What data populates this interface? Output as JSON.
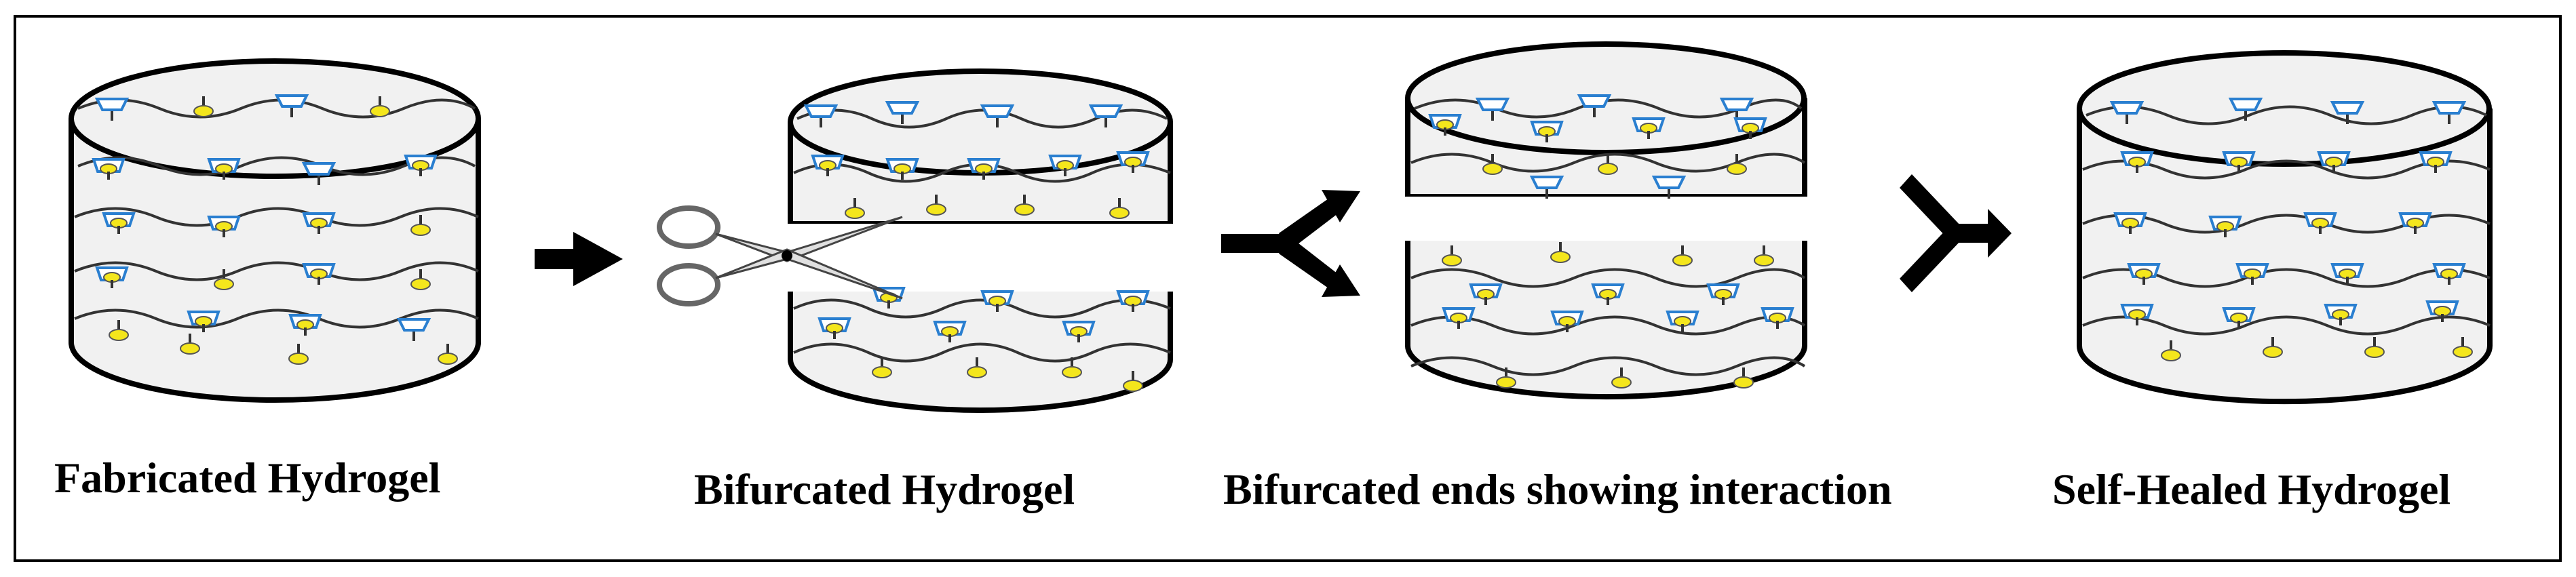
{
  "captions": {
    "stage1": "Fabricated Hydrogel",
    "stage2": "Bifurcated Hydrogel",
    "stage3": "Bifurcated ends showing interaction",
    "stage4": "Self-Healed Hydrogel"
  },
  "icons": [
    "right-arrow-icon",
    "scissors-icon",
    "fork-split-arrow-icon",
    "fork-merge-arrow-icon"
  ],
  "colors": {
    "cylinder_fill": "#f1f1f1",
    "outline": "#000000",
    "chain": "#333333",
    "node_yellow": "#f4e61c",
    "trapezoid_blue": "#2a7fd0",
    "frame": "#000000"
  }
}
